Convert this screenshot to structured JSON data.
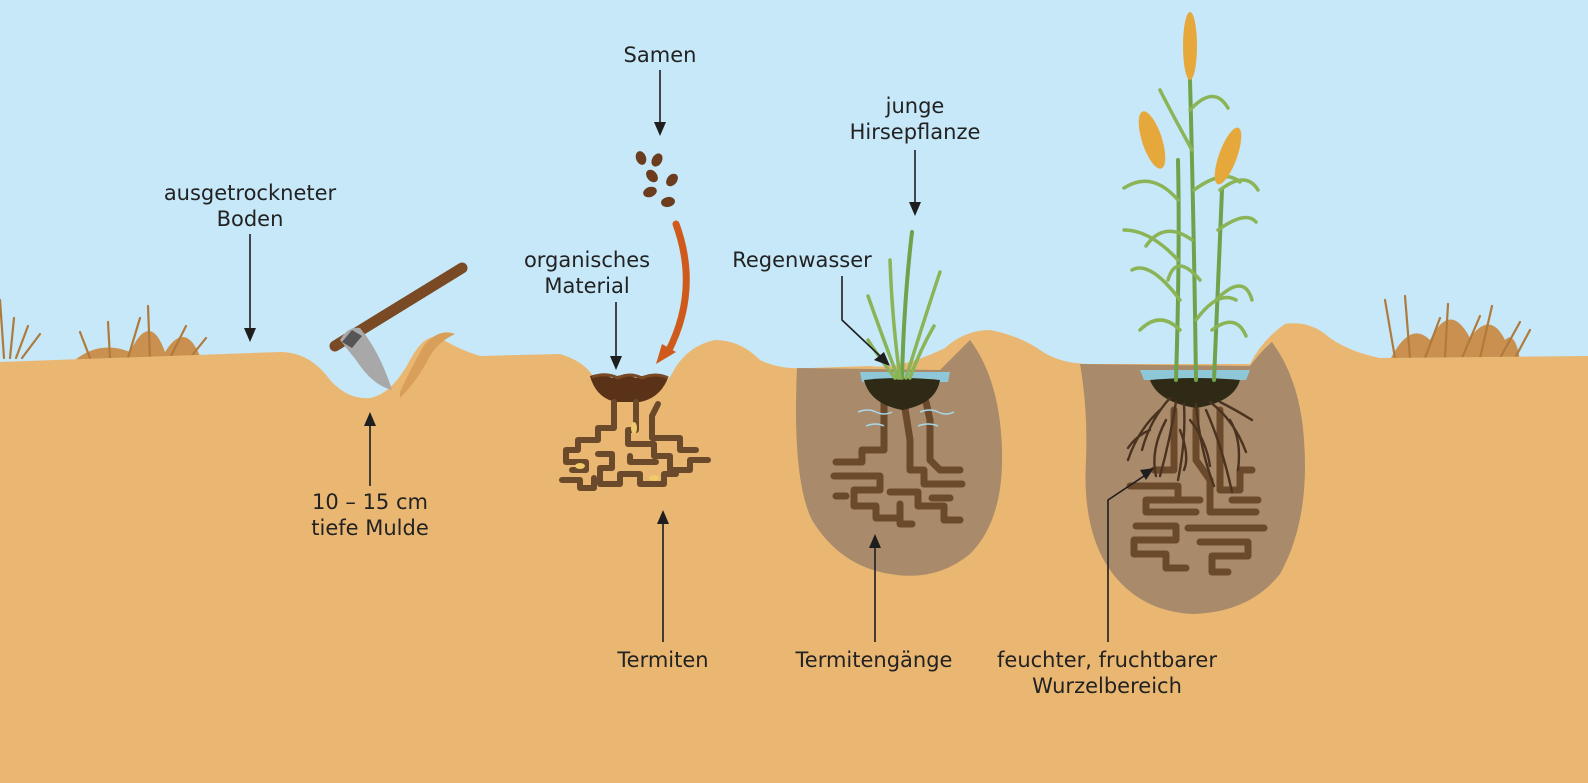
{
  "colors": {
    "sky": "#c6e8f8",
    "soil": "#e9b772",
    "moist_zone": "#a98a6a",
    "termite_tunnels": "#6b4a2c",
    "organic_material": "#5a3218",
    "seed_arrow": "#cf5a1c",
    "water": "#8ec8d8",
    "plant_green": "#6fa24a",
    "millet_head": "#e6a83a"
  },
  "labels": {
    "dry_soil_line1": "ausgetrockneter",
    "dry_soil_line2": "Boden",
    "pit_line1": "10 – 15 cm",
    "pit_line2": "tiefe Mulde",
    "seeds": "Samen",
    "organic_line1": "organisches",
    "organic_line2": "Material",
    "termites": "Termiten",
    "rainwater": "Regenwasser",
    "young_plant_line1": "junge",
    "young_plant_line2": "Hirsepflanze",
    "tunnels": "Termitengänge",
    "root_zone_line1": "feuchter, fruchtbarer",
    "root_zone_line2": "Wurzelbereich"
  },
  "icons": [
    "hoe-icon",
    "seeds-icon",
    "dry-grass-icon",
    "millet-plant-icon",
    "young-millet-icon"
  ]
}
